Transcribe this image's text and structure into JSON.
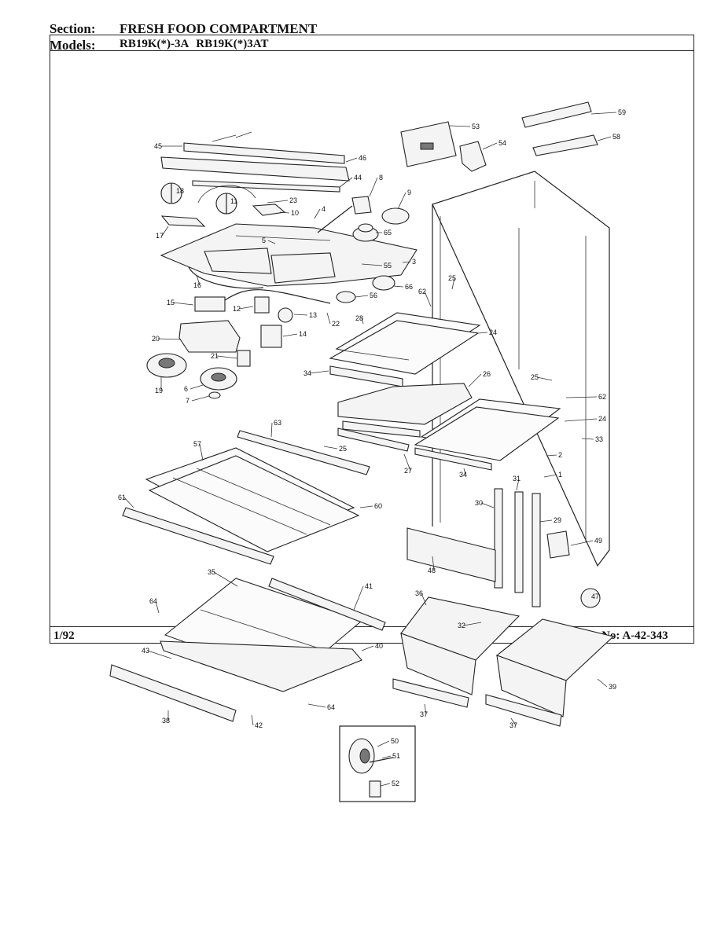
{
  "header": {
    "section_label": "Section:",
    "section_value": "FRESH FOOD COMPARTMENT",
    "models_label": "Models:",
    "models_value": "RB19K(*)-3A RB19K(*)3AT"
  },
  "footer": {
    "date": "1/92",
    "drawing_no": "Drw No: A-42-343"
  },
  "callouts": [
    {
      "id": "c59",
      "label": "59"
    },
    {
      "id": "c58",
      "label": "58"
    },
    {
      "id": "c53",
      "label": "53"
    },
    {
      "id": "c54",
      "label": "54"
    },
    {
      "id": "c45",
      "label": "45"
    },
    {
      "id": "c46",
      "label": "46"
    },
    {
      "id": "c44",
      "label": "44"
    },
    {
      "id": "c8",
      "label": "8"
    },
    {
      "id": "c9",
      "label": "9"
    },
    {
      "id": "c18",
      "label": "18"
    },
    {
      "id": "c11",
      "label": "11"
    },
    {
      "id": "c23",
      "label": "23"
    },
    {
      "id": "c10",
      "label": "10"
    },
    {
      "id": "c4",
      "label": "4"
    },
    {
      "id": "c17",
      "label": "17"
    },
    {
      "id": "c65",
      "label": "65"
    },
    {
      "id": "c5",
      "label": "5"
    },
    {
      "id": "c3",
      "label": "3"
    },
    {
      "id": "c55",
      "label": "55"
    },
    {
      "id": "c16",
      "label": "16"
    },
    {
      "id": "c66",
      "label": "66"
    },
    {
      "id": "c56",
      "label": "56"
    },
    {
      "id": "c15",
      "label": "15"
    },
    {
      "id": "c12",
      "label": "12"
    },
    {
      "id": "c13",
      "label": "13"
    },
    {
      "id": "c22",
      "label": "22"
    },
    {
      "id": "c28",
      "label": "28"
    },
    {
      "id": "c62a",
      "label": "62"
    },
    {
      "id": "c25a",
      "label": "25"
    },
    {
      "id": "c24a",
      "label": "24"
    },
    {
      "id": "c20",
      "label": "20"
    },
    {
      "id": "c14",
      "label": "14"
    },
    {
      "id": "c21",
      "label": "21"
    },
    {
      "id": "c34a",
      "label": "34"
    },
    {
      "id": "c26",
      "label": "26"
    },
    {
      "id": "c19",
      "label": "19"
    },
    {
      "id": "c6",
      "label": "6"
    },
    {
      "id": "c7",
      "label": "7"
    },
    {
      "id": "c25b",
      "label": "25"
    },
    {
      "id": "c62b",
      "label": "62"
    },
    {
      "id": "c24b",
      "label": "24"
    },
    {
      "id": "c33",
      "label": "33"
    },
    {
      "id": "c63",
      "label": "63"
    },
    {
      "id": "c57",
      "label": "57"
    },
    {
      "id": "c25c",
      "label": "25"
    },
    {
      "id": "c2",
      "label": "2"
    },
    {
      "id": "c27",
      "label": "27"
    },
    {
      "id": "c34b",
      "label": "34"
    },
    {
      "id": "c1",
      "label": "1"
    },
    {
      "id": "c31",
      "label": "31"
    },
    {
      "id": "c61",
      "label": "61"
    },
    {
      "id": "c60",
      "label": "60"
    },
    {
      "id": "c30",
      "label": "30"
    },
    {
      "id": "c29",
      "label": "29"
    },
    {
      "id": "c49",
      "label": "49"
    },
    {
      "id": "c48",
      "label": "48"
    },
    {
      "id": "c35",
      "label": "35"
    },
    {
      "id": "c41",
      "label": "41"
    },
    {
      "id": "c36",
      "label": "36"
    },
    {
      "id": "c47",
      "label": "47"
    },
    {
      "id": "c64a",
      "label": "64"
    },
    {
      "id": "c32",
      "label": "32"
    },
    {
      "id": "c43",
      "label": "43"
    },
    {
      "id": "c40",
      "label": "40"
    },
    {
      "id": "c39",
      "label": "39"
    },
    {
      "id": "c64b",
      "label": "64"
    },
    {
      "id": "c38",
      "label": "38"
    },
    {
      "id": "c42",
      "label": "42"
    },
    {
      "id": "c37a",
      "label": "37"
    },
    {
      "id": "c37b",
      "label": "37"
    },
    {
      "id": "c50",
      "label": "50"
    },
    {
      "id": "c51",
      "label": "51"
    },
    {
      "id": "c52",
      "label": "52"
    }
  ]
}
